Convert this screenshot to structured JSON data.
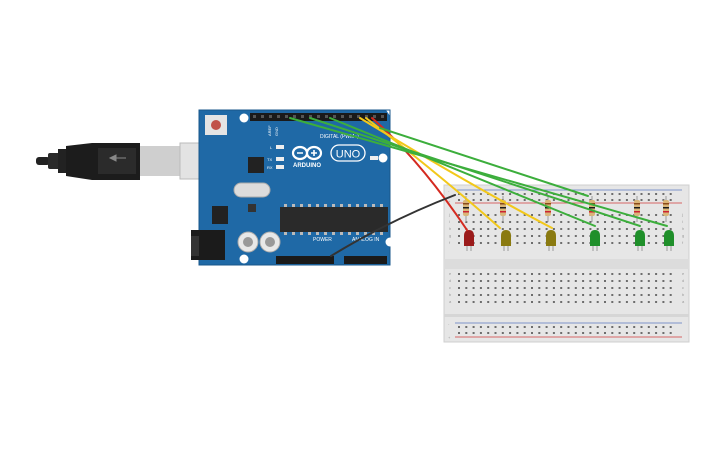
{
  "board": {
    "brand": "ARDUINO",
    "model": "UNO",
    "digital_label": "DIGITAL (PWM~)",
    "power_label": "POWER",
    "analog_label": "ANALOG IN",
    "on_label": "ON",
    "tx_label": "TX",
    "rx_label": "RX",
    "l_label": "L",
    "aref_label": "AREF",
    "gnd_label": "GND"
  },
  "leds": [
    {
      "color": "#9b1b1b",
      "name": "red-led"
    },
    {
      "color": "#8a7a10",
      "name": "yellow-led"
    },
    {
      "color": "#8a7a10",
      "name": "yellow-led"
    },
    {
      "color": "#1f8f2a",
      "name": "green-led"
    },
    {
      "color": "#1f8f2a",
      "name": "green-led"
    },
    {
      "color": "#1f8f2a",
      "name": "green-led"
    }
  ],
  "wire_colors": {
    "red": "#d42a20",
    "yellow": "#f2c81a",
    "green": "#3cae3c",
    "black": "#333333"
  },
  "breadboard": {
    "row_letters_top": [
      "j",
      "i",
      "h",
      "g",
      "f"
    ],
    "row_letters_bottom": [
      "e",
      "d",
      "c",
      "b",
      "a"
    ],
    "plus": "+",
    "minus": "-"
  }
}
